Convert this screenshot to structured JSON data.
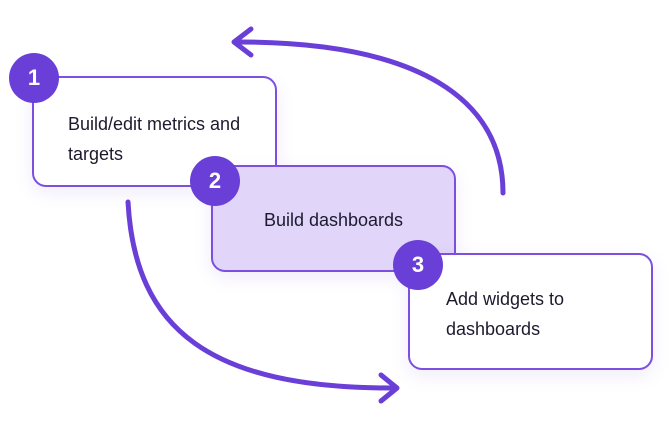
{
  "colors": {
    "accent": "#6a3fd8",
    "card_border": "#7c4fdf",
    "highlight_fill": "#e1d5f9",
    "text": "#1c1b2e"
  },
  "steps": [
    {
      "number": "1",
      "label": "Build/edit metrics and targets",
      "highlighted": false
    },
    {
      "number": "2",
      "label": "Build dashboards",
      "highlighted": true
    },
    {
      "number": "3",
      "label": "Add widgets to dashboards",
      "highlighted": false
    }
  ]
}
